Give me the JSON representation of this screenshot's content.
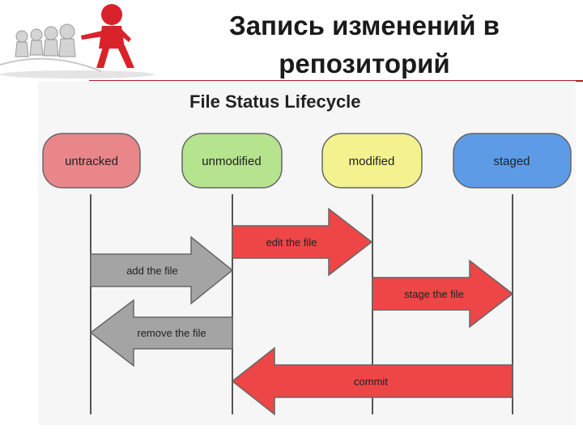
{
  "slide": {
    "title_line1": "Запись изменений в",
    "title_line2": "репозиторий"
  },
  "diagram": {
    "title": "File Status Lifecycle",
    "states": [
      {
        "label": "untracked",
        "color": "#e8868a"
      },
      {
        "label": "unmodified",
        "color": "#b5e38e"
      },
      {
        "label": "modified",
        "color": "#f3f28e"
      },
      {
        "label": "staged",
        "color": "#5d9be6"
      }
    ],
    "transitions": [
      {
        "label": "edit the file",
        "from": "unmodified",
        "to": "modified",
        "color": "#ee4646"
      },
      {
        "label": "add the file",
        "from": "untracked",
        "to": "unmodified",
        "color": "#a4a4a4"
      },
      {
        "label": "stage the file",
        "from": "modified",
        "to": "staged",
        "color": "#ee4646"
      },
      {
        "label": "remove the file",
        "from": "unmodified",
        "to": "untracked",
        "color": "#a4a4a4"
      },
      {
        "label": "commit",
        "from": "staged",
        "to": "unmodified",
        "color": "#ee4646"
      }
    ]
  }
}
